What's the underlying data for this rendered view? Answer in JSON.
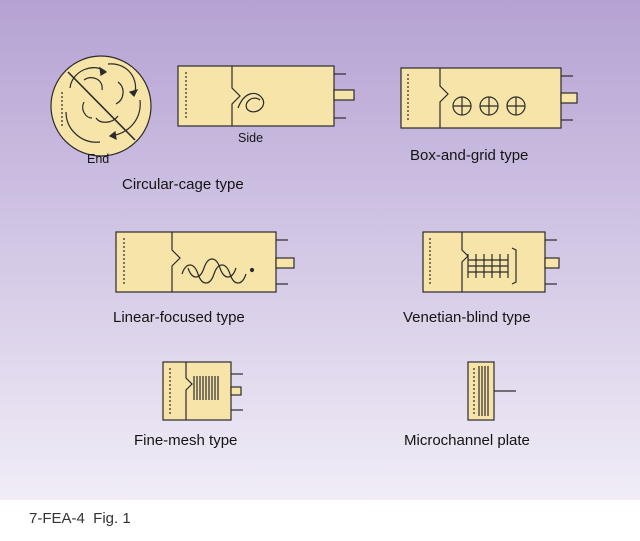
{
  "colors": {
    "background_top": "#b5a2d3",
    "background_bottom": "#f1edf7",
    "tube_fill": "#f6e4a8",
    "outline": "#2b2b2b"
  },
  "labels": {
    "end": "End",
    "side": "Side",
    "circular_cage": "Circular-cage type",
    "box_and_grid": "Box-and-grid type",
    "linear_focused": "Linear-focused type",
    "venetian_blind": "Venetian-blind type",
    "fine_mesh": "Fine-mesh type",
    "microchannel": "Microchannel plate"
  },
  "caption": "7-FEA-4  Fig. 1"
}
